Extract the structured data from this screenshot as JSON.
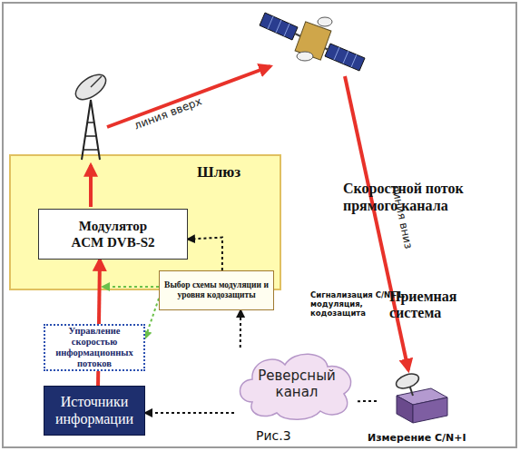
{
  "diagram": {
    "caption": "Рис.3",
    "nodes": [
      {
        "text": [
          "Шлюз"
        ]
      },
      {
        "text": [
          "Модулятор ACM DVB-S2"
        ],
        "in": 0
      },
      {
        "text": [
          "Выбор схемы модуляции и уровня кодозащиты"
        ]
      },
      {
        "text": [
          "Управление скоростью информационных потоков"
        ]
      },
      {
        "text": [
          "Источники информации"
        ]
      },
      {
        "text": [
          "Реверсный канал"
        ]
      },
      {
        "text": [
          "Приемная система",
          "Измерение C/N+I"
        ]
      }
    ],
    "edges": [
      {
        "from": 4,
        "to": 1,
        "arrow": "to"
      },
      {
        "from": 2,
        "to": 1,
        "arrow": "to"
      },
      {
        "from": 2,
        "to": 3,
        "arrow": "to"
      },
      {
        "from": 6,
        "to": 5,
        "arrow": "none"
      },
      {
        "from": 5,
        "to": 2,
        "arrow": "to"
      },
      {
        "from": 5,
        "to": 4,
        "arrow": "to"
      }
    ],
    "labels": [
      "линия вверх",
      "линия вниз",
      "Скоростной поток прямого канала",
      "Сигнализация C/N+1, модуляция, кодозащита"
    ]
  }
}
